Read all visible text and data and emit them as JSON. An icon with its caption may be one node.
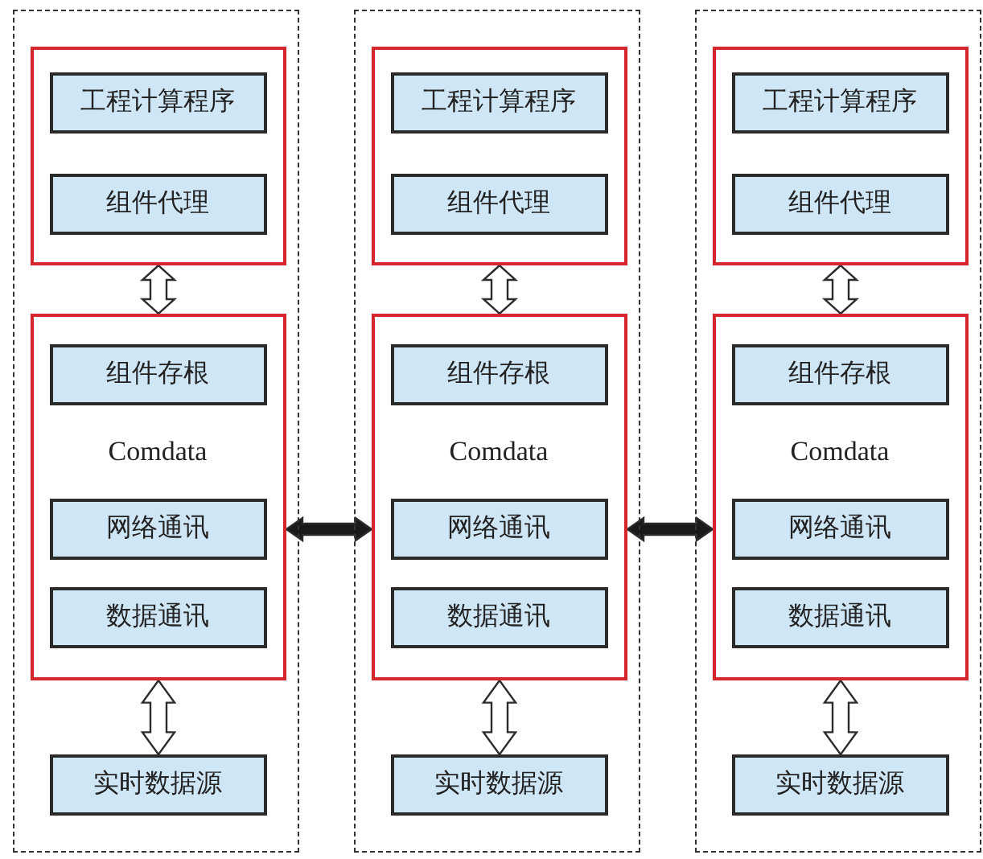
{
  "diagram": {
    "nodes": [
      {
        "text": [],
        "shape": "box"
      },
      {
        "text": [],
        "shape": "box",
        "in": 0
      },
      {
        "text": [
          "工程计算程序"
        ],
        "in": 1
      },
      {
        "text": [
          "组件代理"
        ],
        "in": 1
      },
      {
        "text": [
          "Comdata"
        ],
        "in": 0
      },
      {
        "text": [
          "组件存根"
        ],
        "in": 4
      },
      {
        "text": [
          "网络通讯"
        ],
        "in": 4
      },
      {
        "text": [
          "数据通讯"
        ],
        "in": 4
      },
      {
        "text": [
          "实时数据源"
        ],
        "in": 0
      },
      {
        "text": [],
        "shape": "box"
      },
      {
        "text": [],
        "shape": "box",
        "in": 9
      },
      {
        "text": [
          "工程计算程序"
        ],
        "in": 10
      },
      {
        "text": [
          "组件代理"
        ],
        "in": 10
      },
      {
        "text": [
          "Comdata"
        ],
        "in": 9
      },
      {
        "text": [
          "组件存根"
        ],
        "in": 13
      },
      {
        "text": [
          "网络通讯"
        ],
        "in": 13
      },
      {
        "text": [
          "数据通讯"
        ],
        "in": 13
      },
      {
        "text": [
          "实时数据源"
        ],
        "in": 9
      },
      {
        "text": [],
        "shape": "box"
      },
      {
        "text": [],
        "shape": "box",
        "in": 18
      },
      {
        "text": [
          "工程计算程序"
        ],
        "in": 19
      },
      {
        "text": [
          "组件代理"
        ],
        "in": 19
      },
      {
        "text": [
          "Comdata"
        ],
        "in": 18
      },
      {
        "text": [
          "组件存根"
        ],
        "in": 22
      },
      {
        "text": [
          "网络通讯"
        ],
        "in": 22
      },
      {
        "text": [
          "数据通讯"
        ],
        "in": 22
      },
      {
        "text": [
          "实时数据源"
        ],
        "in": 18
      }
    ],
    "edges": [
      {
        "from": 1,
        "to": 4,
        "arrow": "both"
      },
      {
        "from": 4,
        "to": 8,
        "arrow": "both"
      },
      {
        "from": 10,
        "to": 13,
        "arrow": "both"
      },
      {
        "from": 13,
        "to": 17,
        "arrow": "both"
      },
      {
        "from": 19,
        "to": 22,
        "arrow": "both"
      },
      {
        "from": 22,
        "to": 26,
        "arrow": "both"
      },
      {
        "from": 4,
        "to": 13,
        "arrow": "both",
        "style": "thick"
      },
      {
        "from": 13,
        "to": 22,
        "arrow": "both",
        "style": "thick"
      }
    ]
  }
}
